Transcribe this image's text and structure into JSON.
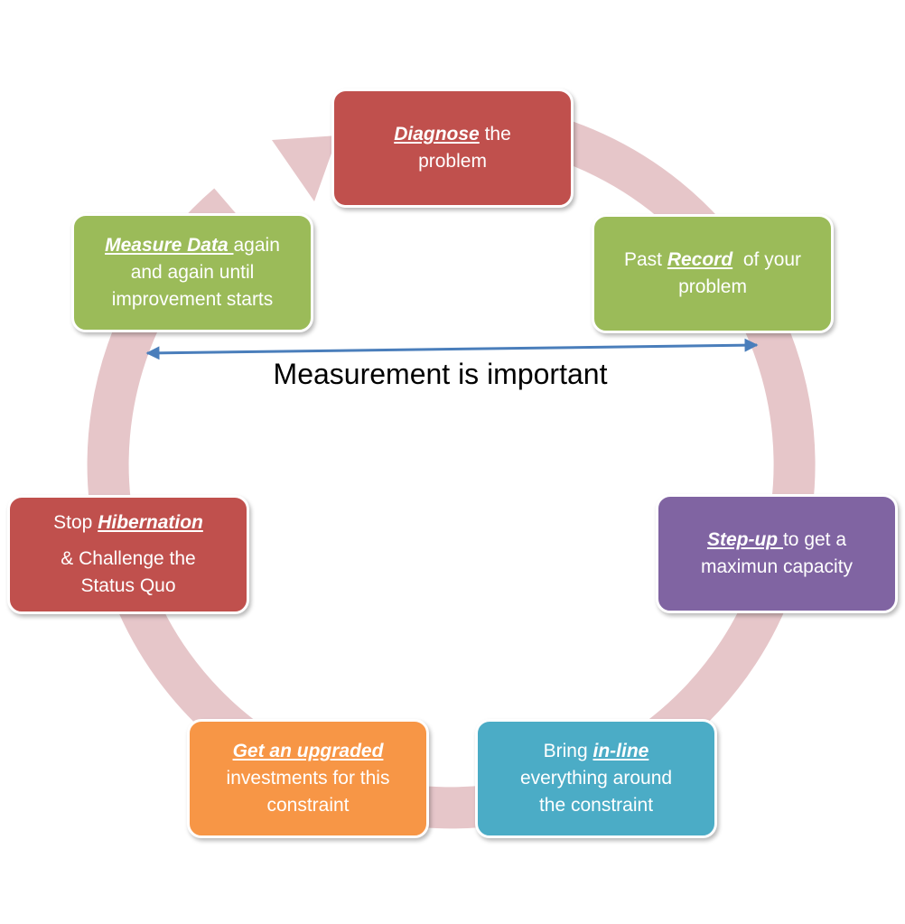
{
  "diagram": {
    "caption": "Measurement is important",
    "colors": {
      "ring": "#e6c6c9",
      "arrow": "#4a7ebb",
      "red": "#c0504d",
      "green": "#9bbb59",
      "purple": "#8064a2",
      "teal": "#4bacc6",
      "orange": "#f79646"
    },
    "boxes": [
      {
        "id": "diagnose",
        "color": "red",
        "lines": [
          [
            {
              "t": "Diagnose",
              "em": true
            },
            {
              "t": " the"
            }
          ],
          [
            {
              "t": "problem"
            }
          ]
        ]
      },
      {
        "id": "record",
        "color": "green",
        "lines": [
          [
            {
              "t": "Past "
            },
            {
              "t": "Record",
              "em": true
            },
            {
              "t": "  of your"
            }
          ],
          [
            {
              "t": "problem"
            }
          ]
        ]
      },
      {
        "id": "stepup",
        "color": "purple",
        "lines": [
          [
            {
              "t": "Step-up ",
              "em": true
            },
            {
              "t": "to get a"
            }
          ],
          [
            {
              "t": "maximun capacity"
            }
          ]
        ]
      },
      {
        "id": "inline",
        "color": "teal",
        "lines": [
          [
            {
              "t": "Bring "
            },
            {
              "t": "in-line",
              "em": true
            }
          ],
          [
            {
              "t": "everything around"
            }
          ],
          [
            {
              "t": "the constraint"
            }
          ]
        ]
      },
      {
        "id": "upgrade",
        "color": "orange",
        "lines": [
          [
            {
              "t": "Get an upgraded",
              "em": true
            }
          ],
          [
            {
              "t": "investments for this"
            }
          ],
          [
            {
              "t": "constraint"
            }
          ]
        ]
      },
      {
        "id": "hibern",
        "color": "red",
        "lines": [
          [
            {
              "t": "Stop "
            },
            {
              "t": "Hibernation",
              "em": true
            }
          ],
          [
            {
              "t": "& Challenge the",
              "gap": true
            }
          ],
          [
            {
              "t": "Status Quo"
            }
          ]
        ]
      },
      {
        "id": "measure",
        "color": "green",
        "lines": [
          [
            {
              "t": "Measure Data ",
              "em": true
            },
            {
              "t": "again"
            }
          ],
          [
            {
              "t": "and again until"
            }
          ],
          [
            {
              "t": "improvement starts"
            }
          ]
        ]
      }
    ]
  }
}
